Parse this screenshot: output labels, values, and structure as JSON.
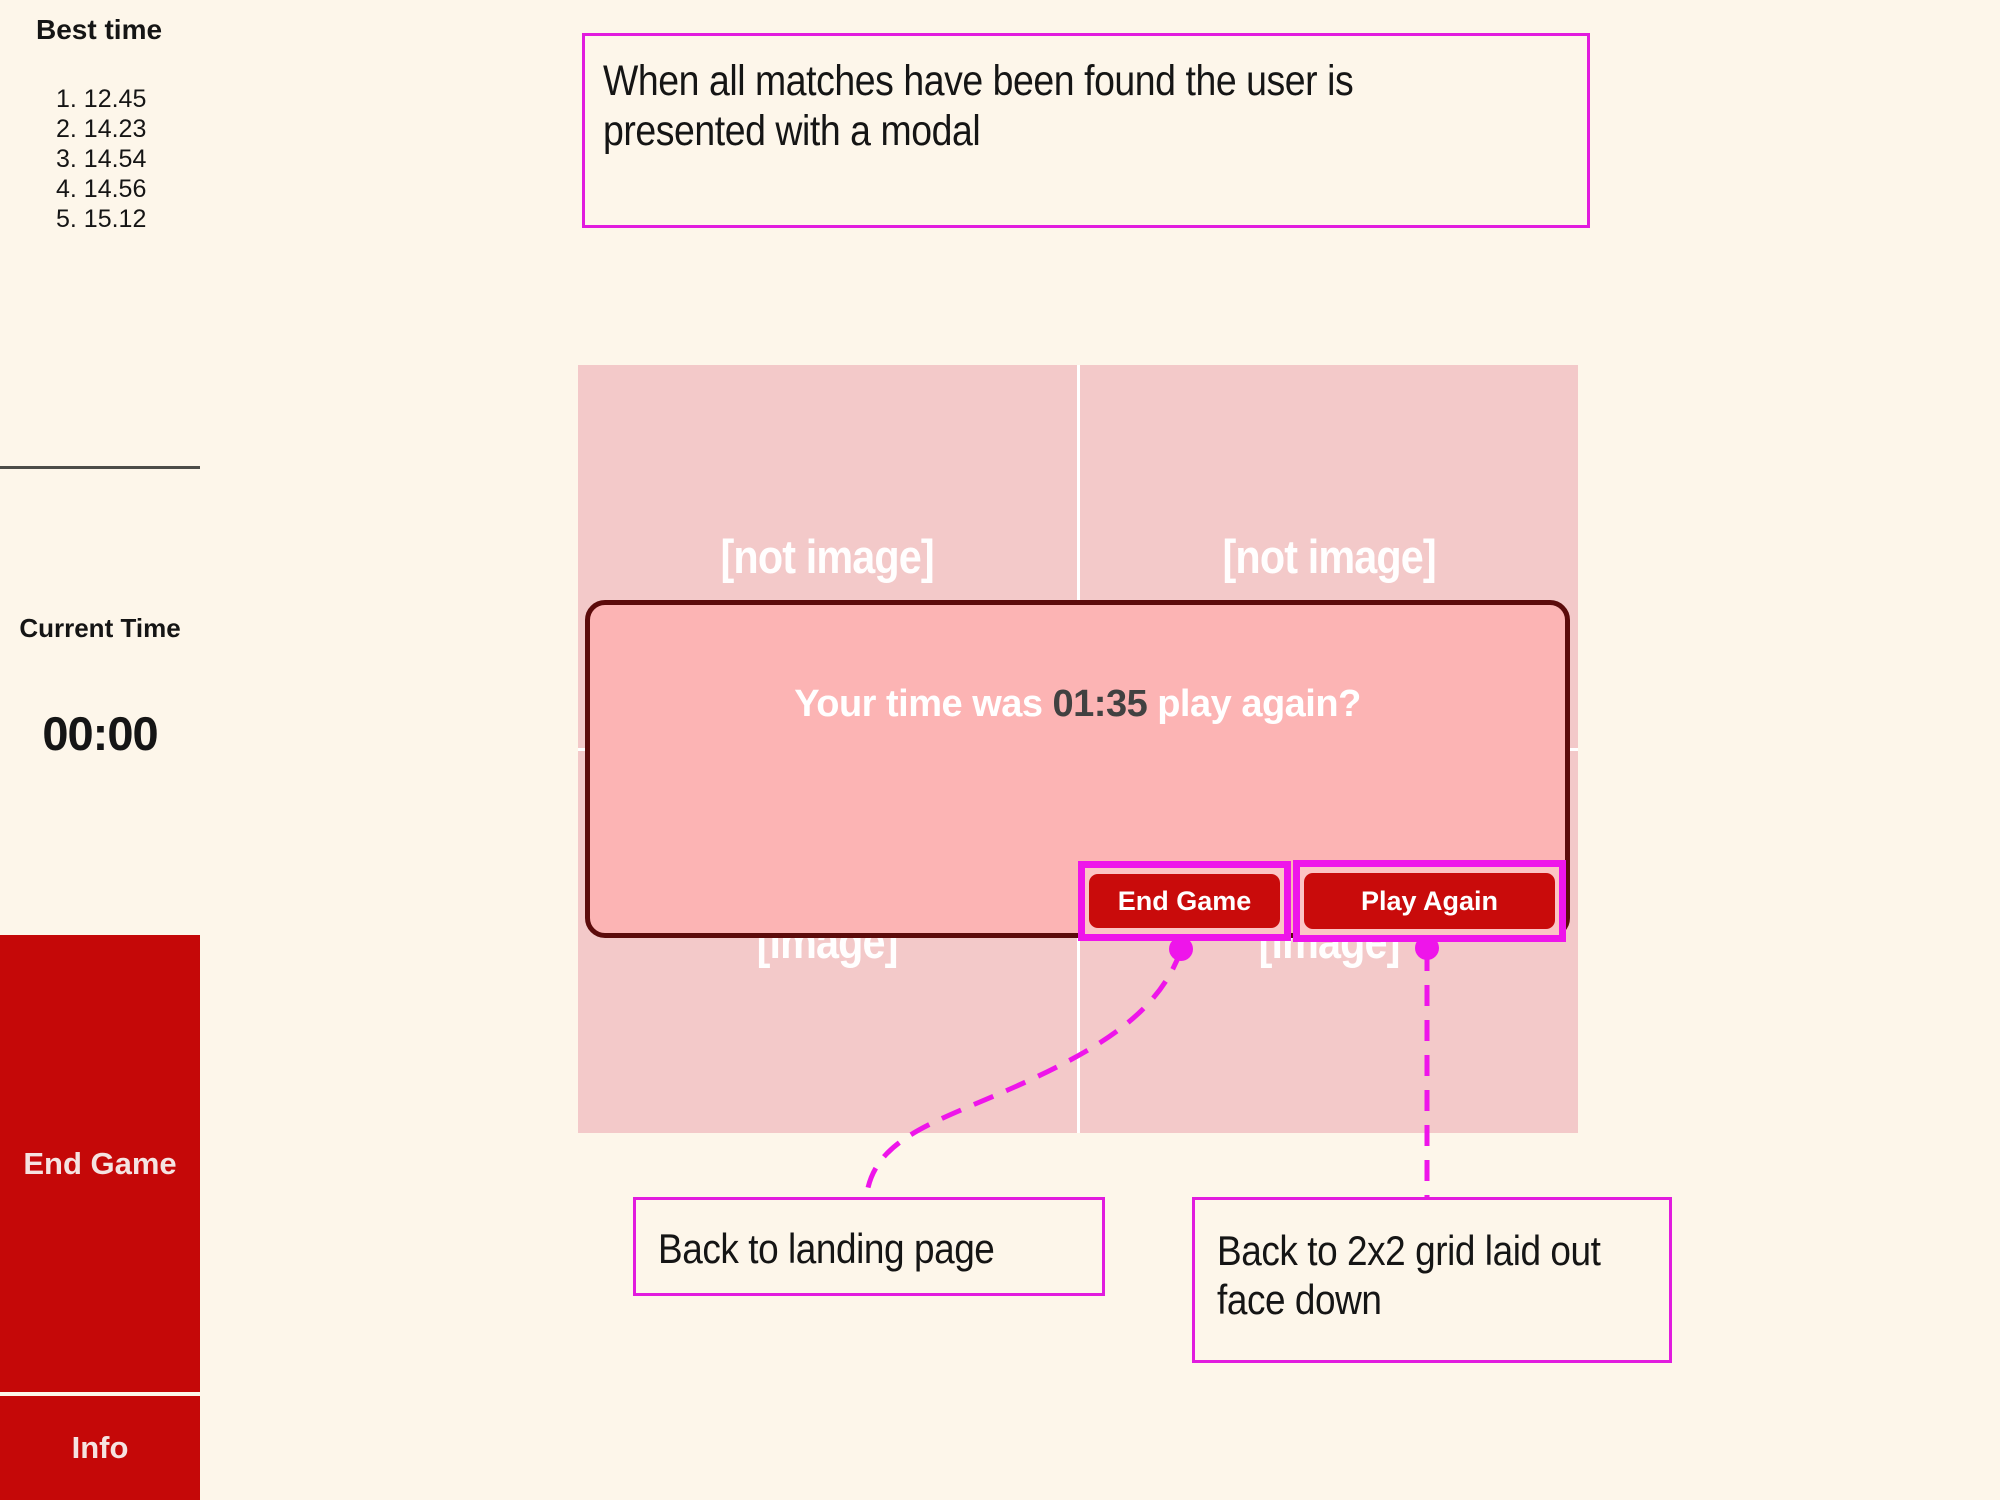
{
  "sidebar": {
    "best_time_title": "Best time",
    "best_times": [
      "1. 12.45",
      "2. 14.23",
      "3. 14.54",
      "4. 14.56",
      "5. 15.12"
    ],
    "current_time_label": "Current Time",
    "current_time_value": "00:00",
    "end_game_label": "End Game",
    "info_label": "Info"
  },
  "annotation_top": {
    "lines": [
      "When all matches have been found the user is",
      "presented with a modal"
    ]
  },
  "grid": {
    "cards": [
      {
        "label": "[not image]"
      },
      {
        "label": "[not image]"
      },
      {
        "label": "[image]"
      },
      {
        "label": "[image]"
      }
    ]
  },
  "modal": {
    "message_prefix": "Your time was",
    "time_value": "01:35",
    "message_suffix": "play again?",
    "end_game_label": "End Game",
    "play_again_label": "Play Again"
  },
  "annotation_bottom": {
    "end_game_note": "Back to landing page",
    "play_again_note_lines": [
      "Back to 2x2 grid laid out",
      "face down"
    ]
  },
  "colors": {
    "background": "#FDF6EA",
    "sidebar_red": "#C50808",
    "button_red": "#C90B0B",
    "card_pink": "#F3C9C9",
    "modal_pink": "#FCB4B4",
    "modal_border_maroon": "#5C0B0B",
    "accent_magenta": "#EE15EA",
    "time_gray": "#414141"
  }
}
